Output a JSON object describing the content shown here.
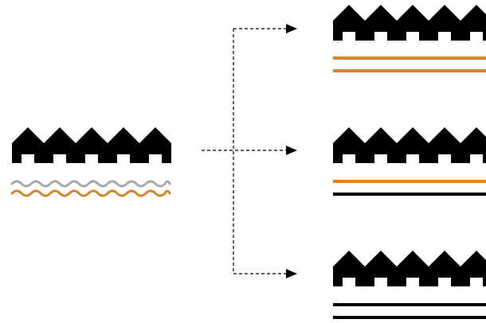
{
  "colors": {
    "houses": "#000000",
    "gray_line": "#a8a8a8",
    "orange_line": "#d9832b",
    "black_line": "#000000",
    "arrow": "#000000",
    "background": "#ffffff"
  },
  "icons": {
    "row_of_houses": "house-row-icon",
    "wavy_line": "wavy-line-icon",
    "straight_line": "straight-line-icon",
    "arrow": "arrow-icon"
  },
  "source": {
    "lines": [
      {
        "style": "wavy",
        "color": "gray"
      },
      {
        "style": "wavy",
        "color": "orange"
      }
    ]
  },
  "outcomes": [
    {
      "lines": [
        {
          "style": "straight",
          "color": "orange"
        },
        {
          "style": "straight",
          "color": "orange"
        }
      ]
    },
    {
      "lines": [
        {
          "style": "straight",
          "color": "orange"
        },
        {
          "style": "straight",
          "color": "black"
        }
      ]
    },
    {
      "lines": [
        {
          "style": "straight",
          "color": "black"
        },
        {
          "style": "straight",
          "color": "black"
        }
      ]
    }
  ]
}
